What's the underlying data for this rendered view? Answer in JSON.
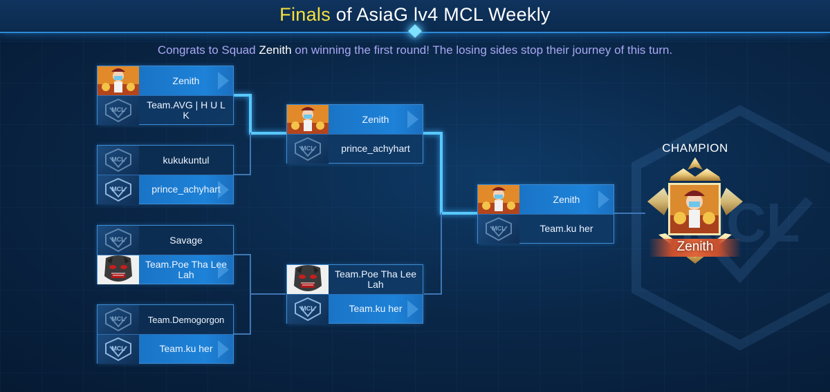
{
  "header": {
    "title_highlight": "Finals",
    "title_rest": " of AsiaG lv4 MCL Weekly"
  },
  "subtitle": {
    "prefix": "Congrats to Squad ",
    "team": "Zenith",
    "suffix": " on winning the first round! The losing sides stop their journey of this turn."
  },
  "bracket": {
    "round1": [
      {
        "top": {
          "name": "Zenith",
          "avatar": "hero-portrait",
          "result": "win"
        },
        "bottom": {
          "name": "Team.AVG | H U L K",
          "avatar": "mcl-badge",
          "result": "lose"
        }
      },
      {
        "top": {
          "name": "kukukuntul",
          "avatar": "mcl-badge",
          "result": "lose"
        },
        "bottom": {
          "name": "prince_achyhart",
          "avatar": "mcl-badge",
          "result": "win"
        }
      },
      {
        "top": {
          "name": "Savage",
          "avatar": "mcl-badge",
          "result": "lose"
        },
        "bottom": {
          "name": "Team.Poe Tha Lee Lah",
          "avatar": "demon-mask",
          "result": "win"
        }
      },
      {
        "top": {
          "name": "Team.Demogorgon",
          "avatar": "mcl-badge",
          "result": "lose"
        },
        "bottom": {
          "name": "Team.ku her",
          "avatar": "mcl-badge",
          "result": "win"
        }
      }
    ],
    "round2": [
      {
        "top": {
          "name": "Zenith",
          "avatar": "hero-portrait",
          "result": "win"
        },
        "bottom": {
          "name": "prince_achyhart",
          "avatar": "mcl-badge",
          "result": "lose"
        }
      },
      {
        "top": {
          "name": "Team.Poe Tha Lee Lah",
          "avatar": "demon-mask",
          "result": "lose"
        },
        "bottom": {
          "name": "Team.ku her",
          "avatar": "mcl-badge",
          "result": "win"
        }
      }
    ],
    "final": {
      "top": {
        "name": "Zenith",
        "avatar": "hero-portrait",
        "result": "win"
      },
      "bottom": {
        "name": "Team.ku her",
        "avatar": "mcl-badge",
        "result": "lose"
      }
    }
  },
  "champion": {
    "label": "CHAMPION",
    "name": "Zenith",
    "avatar": "hero-portrait"
  },
  "colors": {
    "title_highlight": "#f7e23a",
    "subtitle_text": "#a9a8f3",
    "winner_fill": "#1d82d8",
    "bracket_line_active": "#59c8ff",
    "bracket_line_inactive": "#3f77b6",
    "champion_ribbon": "#e0653a"
  }
}
